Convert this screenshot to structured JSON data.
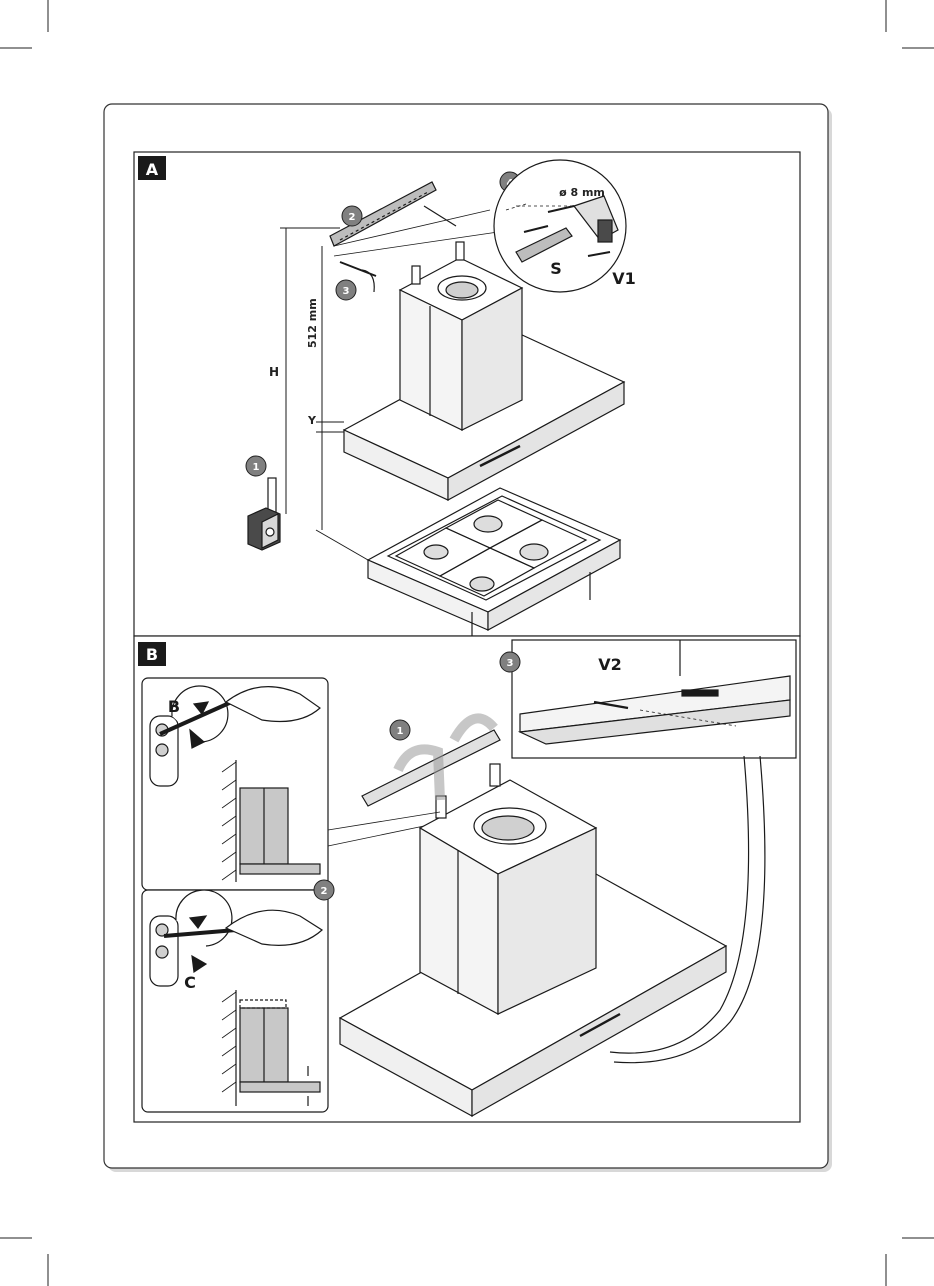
{
  "panel_a": {
    "tag": "A",
    "steps": [
      "1",
      "2",
      "3",
      "4"
    ],
    "dim_height": "H",
    "dim_512": "512 mm",
    "dim_y": "Y",
    "drill_size": "ø 8 mm",
    "part_s": "S",
    "part_v1": "V1"
  },
  "panel_b": {
    "tag": "B",
    "steps": [
      "1",
      "2",
      "3"
    ],
    "screw_b": "B",
    "screw_c": "C",
    "part_v2": "V2"
  },
  "colors": {
    "line": "#1a1a1a",
    "panel_fill": "#ffffff",
    "gray_fill": "#bfbfbf",
    "dark_fill": "#3a3a3a",
    "badge_fill": "#808080"
  }
}
